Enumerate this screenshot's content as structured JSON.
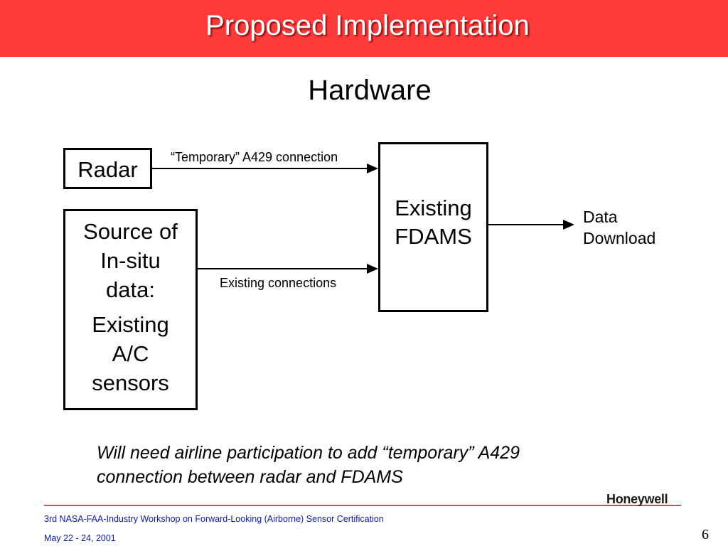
{
  "slide": {
    "title": "Proposed Implementation",
    "subtitle": "Hardware",
    "page_number": "6"
  },
  "diagram": {
    "radar_label": "Radar",
    "source_lines": [
      "Source of",
      "In-situ",
      "data:"
    ],
    "source_sub_lines": [
      "Existing",
      "A/C",
      "sensors"
    ],
    "fdams_lines": [
      "Existing",
      "FDAMS"
    ],
    "temporary_connection_label": "“Temporary” A429 connection",
    "existing_connections_label": "Existing connections",
    "download_lines": [
      "Data",
      "Download"
    ]
  },
  "note": {
    "line1": "Will need airline participation to add “temporary” A429",
    "line2": "connection between radar and FDAMS"
  },
  "footer": {
    "logo_text": "Honeywell",
    "line1": "3rd NASA-FAA-Industry Workshop on Forward-Looking (Airborne) Sensor Certification",
    "line2": "May 22 - 24, 2001"
  },
  "colors": {
    "title_bar": "#ff3b3b",
    "footer_text": "#0a1aa8",
    "footer_rule": "#ff3b3b"
  }
}
